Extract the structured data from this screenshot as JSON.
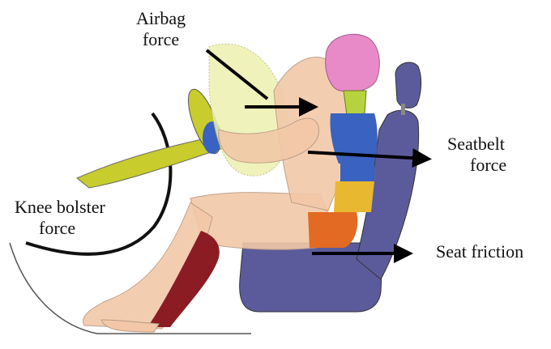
{
  "labels": {
    "airbag": {
      "line1": "Airbag",
      "line2": "force"
    },
    "seatbelt": {
      "line1": "Seatbelt",
      "line2": "force"
    },
    "knee_bolster": {
      "line1": "Knee bolster",
      "line2": "force"
    },
    "seat_friction": "Seat friction"
  },
  "colors": {
    "seat": "#5b5b9c",
    "head": "#e88ac8",
    "neck": "#b6d23e",
    "chest": "#3a62c0",
    "abdomen": "#e8b830",
    "pelvis": "#e36a22",
    "lower_leg": "#8b1c23",
    "skin": "#f2c8a8",
    "airbag": "#eef0b0",
    "steering_wheel": "#c8cc2c",
    "arrow": "#000000"
  }
}
